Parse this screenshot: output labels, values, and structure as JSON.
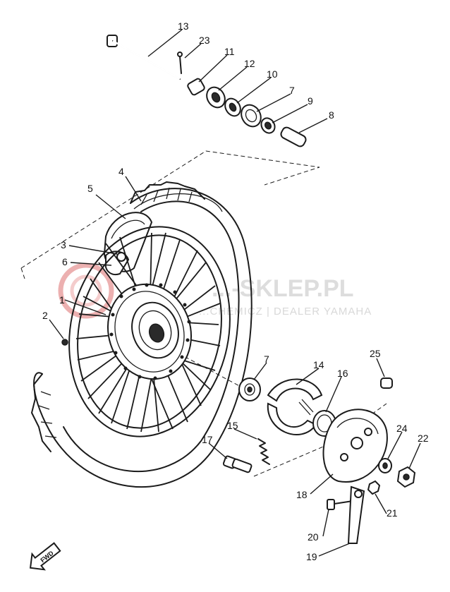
{
  "callouts": {
    "p1": "1",
    "p2": "2",
    "p3": "3",
    "p4": "4",
    "p5": "5",
    "p6": "6",
    "p7a": "7",
    "p7b": "7",
    "p8": "8",
    "p9": "9",
    "p10": "10",
    "p11": "11",
    "p12": "12",
    "p13": "13",
    "p14": "14",
    "p15": "15",
    "p16": "16",
    "p17": "17",
    "p18": "18",
    "p19": "19",
    "p20": "20",
    "p21": "21",
    "p22": "22",
    "p23": "23",
    "p24": "24",
    "p25": "25"
  },
  "watermark": {
    "title": "...-SKLEP.PL",
    "subtitle": "...CHEMICZ | DEALER YAMAHA",
    "color": "#e9a3a3"
  },
  "direction_marker": {
    "label": "FWD"
  }
}
